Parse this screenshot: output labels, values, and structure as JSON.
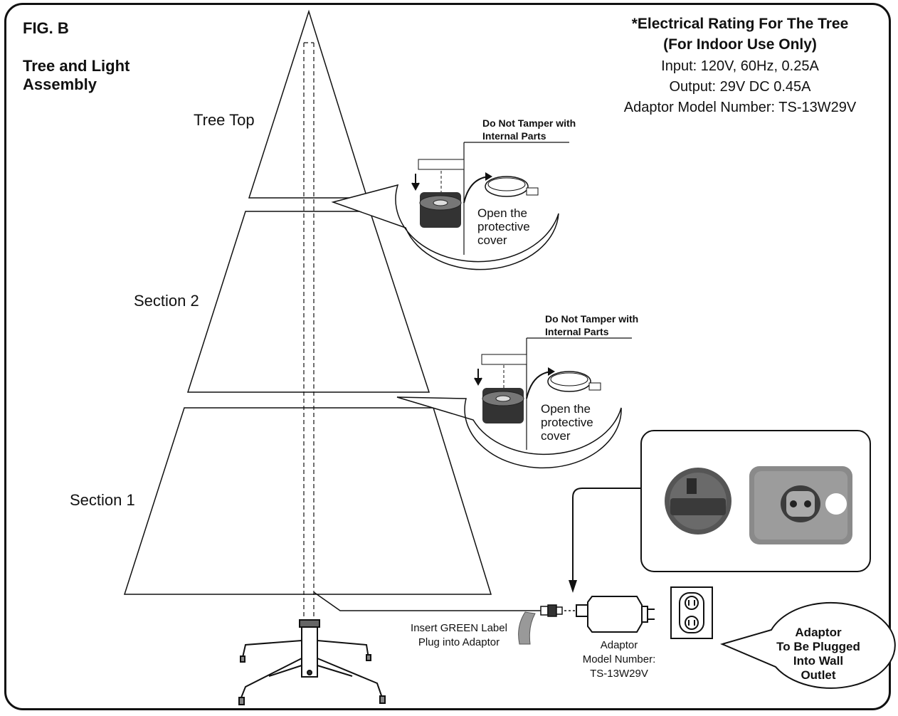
{
  "figure": {
    "label": "FIG. B",
    "title_line1": "Tree and Light",
    "title_line2": "Assembly"
  },
  "rating": {
    "title_line1": "*Electrical Rating For The Tree",
    "title_line2": "(For Indoor Use Only)",
    "input": "Input: 120V, 60Hz, 0.25A",
    "output": "Output: 29V DC 0.45A",
    "adaptor_model": "Adaptor Model Number: TS-13W29V"
  },
  "sections": {
    "top": "Tree Top",
    "section2": "Section 2",
    "section1": "Section 1"
  },
  "callout_upper": {
    "warning_line1": "Do Not Tamper with",
    "warning_line2": "Internal Parts",
    "instr_line1": "Open the",
    "instr_line2": "protective",
    "instr_line3": "cover"
  },
  "callout_lower": {
    "warning_line1": "Do Not Tamper with",
    "warning_line2": "Internal Parts",
    "instr_line1": "Open the",
    "instr_line2": "protective",
    "instr_line3": "cover"
  },
  "plug_note": {
    "line1": "Insert GREEN Label",
    "line2": "Plug into Adaptor"
  },
  "adaptor_label": {
    "line1": "Adaptor",
    "line2": "Model Number:",
    "line3": "TS-13W29V"
  },
  "outlet_bubble": {
    "line1": "Adaptor",
    "line2": "To Be Plugged",
    "line3": "Into Wall",
    "line4": "Outlet"
  }
}
